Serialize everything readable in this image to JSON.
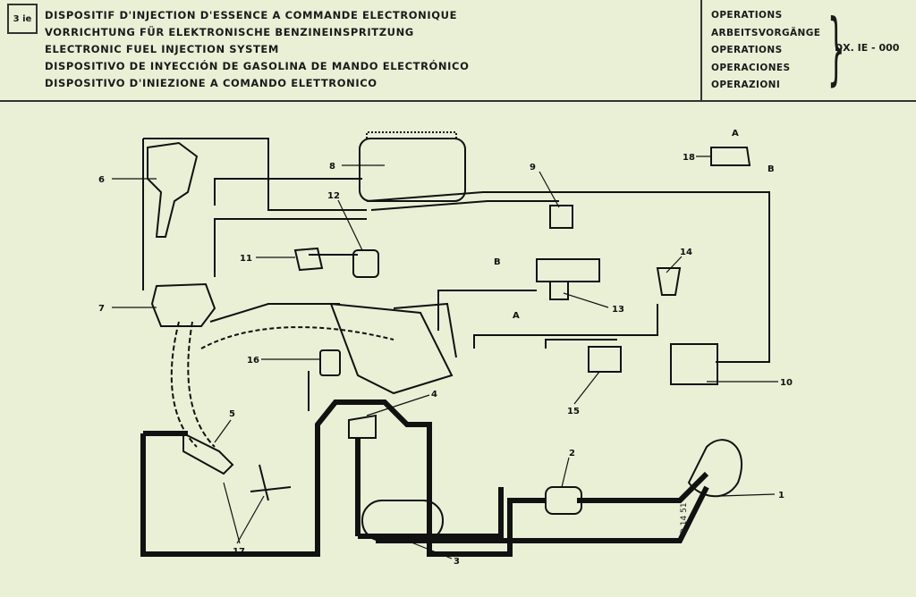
{
  "header": {
    "code": "3 ie",
    "titles": [
      "DISPOSITIF D'INJECTION D'ESSENCE A COMMANDE ELECTRONIQUE",
      "VORRICHTUNG FÜR ELEKTRONISCHE BENZINEINSPRITZUNG",
      "ELECTRONIC FUEL INJECTION SYSTEM",
      "DISPOSITIVO DE INYECCIÓN DE GASOLINA DE MANDO ELECTRÓNICO",
      "DISPOSITIVO D'INIEZIONE A COMANDO ELETTRONICO"
    ]
  },
  "operations": {
    "labels": [
      "OPERATIONS",
      "ARBEITSVORGÄNGE",
      "OPERATIONS",
      "OPERACIONES",
      "OPERAZIONI"
    ],
    "reference": "DX. IE - 000"
  },
  "diagram": {
    "callouts": [
      "1",
      "2",
      "3",
      "4",
      "5",
      "6",
      "7",
      "8",
      "9",
      "10",
      "11",
      "12",
      "13",
      "14",
      "15",
      "16",
      "17",
      "18"
    ],
    "letters": {
      "a": "A",
      "b": "B"
    },
    "document_number": "D 14 51"
  }
}
